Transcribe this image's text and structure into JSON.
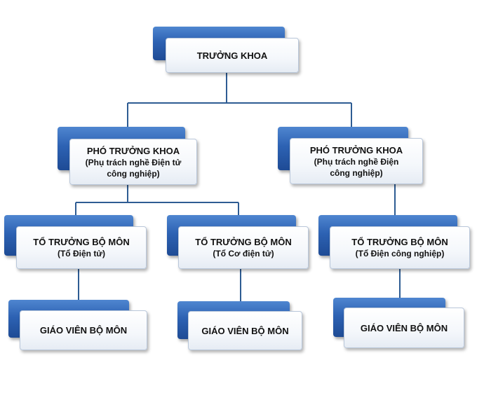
{
  "chart": {
    "nodes": [
      {
        "id": "dean",
        "lines": [
          "TRƯỞNG KHOA"
        ]
      },
      {
        "id": "vice-dean-electronics",
        "lines": [
          "PHÓ TRƯỞNG KHOA",
          "(Phụ trách nghề Điện tử",
          "công nghiệp)"
        ]
      },
      {
        "id": "vice-dean-industrial-electrical",
        "lines": [
          "PHÓ TRƯỞNG KHOA",
          "(Phụ trách nghề Điện",
          "công nghiệp)"
        ]
      },
      {
        "id": "head-electronics",
        "lines": [
          "TỔ TRƯỞNG BỘ MÔN",
          "(Tổ Điện tử)"
        ]
      },
      {
        "id": "head-mechatronics",
        "lines": [
          "TỔ TRƯỞNG BỘ MÔN",
          "(Tổ Cơ điện tử)"
        ]
      },
      {
        "id": "head-industrial-electrical",
        "lines": [
          "TỔ TRƯỞNG BỘ MÔN",
          "(Tổ Điện công nghiệp)"
        ]
      },
      {
        "id": "teachers-electronics",
        "lines": [
          "GIÁO VIÊN BỘ MÔN"
        ]
      },
      {
        "id": "teachers-mechatronics",
        "lines": [
          "GIÁO VIÊN BỘ MÔN"
        ]
      },
      {
        "id": "teachers-industrial-electrical",
        "lines": [
          "GIÁO VIÊN BỘ MÔN"
        ]
      }
    ],
    "edges": [
      [
        "dean",
        "vice-dean-electronics"
      ],
      [
        "dean",
        "vice-dean-industrial-electrical"
      ],
      [
        "vice-dean-electronics",
        "head-electronics"
      ],
      [
        "vice-dean-electronics",
        "head-mechatronics"
      ],
      [
        "vice-dean-industrial-electrical",
        "head-industrial-electrical"
      ],
      [
        "head-electronics",
        "teachers-electronics"
      ],
      [
        "head-mechatronics",
        "teachers-mechatronics"
      ],
      [
        "head-industrial-electrical",
        "teachers-industrial-electrical"
      ]
    ],
    "colors": {
      "connector": "#2e5c93",
      "box_dark": "#2d62b3",
      "box_light": "#ffffff"
    }
  }
}
